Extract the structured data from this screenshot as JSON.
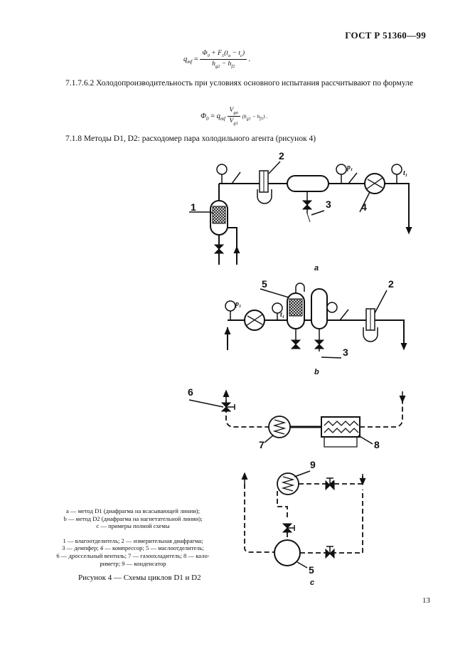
{
  "header": {
    "standard": "ГОСТ Р 51360—99"
  },
  "formula_qmf": {
    "lhs": "q",
    "lhs_sub": "mf",
    "num_main": "Φ",
    "num_main_sub": "0",
    "num_rest": " + F",
    "num_rest_sub": "1",
    "num_tail": "(t",
    "num_tail_sub1": "a",
    "num_mid": " − t",
    "num_tail_sub2": "c",
    "num_close": ")",
    "den_a": "h",
    "den_a_sub": "g2",
    "den_minus": " − h",
    "den_b_sub": "f2",
    "end": "."
  },
  "para_7_1_7_6_2": "7.1.7.6.2 Холодопроизводительность  при условиях основного испытания рассчитывают по формуле",
  "formula_phi": {
    "lhs": "Φ",
    "lhs_sub": "0",
    "eq": " = ",
    "q": "q",
    "q_sub": "mf",
    "frac_num": "V",
    "frac_num_sub": "ga",
    "frac_den": "V",
    "frac_den_sub": "g1",
    "tail": "(h",
    "tail_sub1": "g1",
    "tail_mid": " − h",
    "tail_sub2": "f1",
    "tail_end": ") ."
  },
  "para_7_1_8": "7.1.8  Методы D1, D2: расходомер пара холодильного агента (рисунок 4)",
  "diagram": {
    "a": {
      "label": "a",
      "numbers": [
        "1",
        "2",
        "3",
        "4"
      ],
      "sensors": [
        "p1",
        "t1"
      ]
    },
    "b": {
      "label": "b",
      "numbers": [
        "5",
        "2",
        "3"
      ],
      "sensors": [
        "p1",
        "t1"
      ]
    },
    "c": {
      "label": "c",
      "numbers": [
        "6",
        "7",
        "8",
        "9",
        "5"
      ]
    }
  },
  "legend": {
    "line1": "a — метод D1 (диафрагма на всасывающей линии);",
    "line2": "b — метод D2 (диафрагма на нагнетательной линии);",
    "line3": "c — примеры полной схемы",
    "line4": "1 — влагоотделитель; 2 — измерительная диафрагма;",
    "line5": "3 — демпфер; 4 — компрессор; 5 — маслоотделитель;",
    "line6": "6 — дроссельный вентиль; 7 — газоохладитель; 8 — кало-",
    "line7": "риметр; 9 — конденсатор"
  },
  "figure_caption": "Рисунок 4 — Схемы циклов D1 и D2",
  "page_number": "13"
}
